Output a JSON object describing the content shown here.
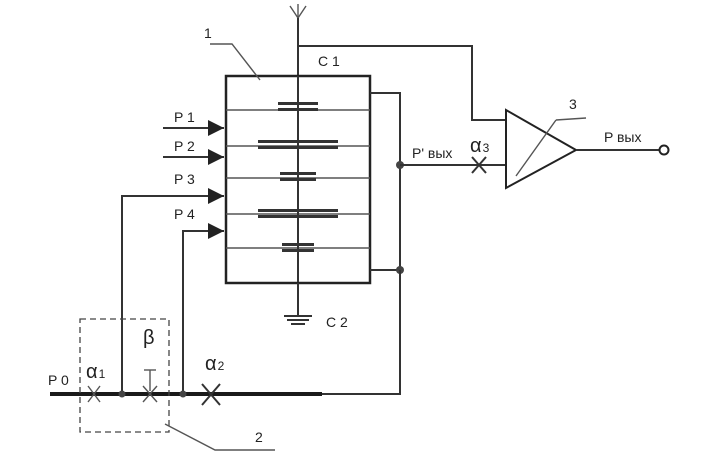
{
  "labels": {
    "block1": "1",
    "block2": "2",
    "block3": "3",
    "c1": "C 1",
    "c2": "C 2",
    "p0": "P 0",
    "p1": "P 1",
    "p2": "P 2",
    "p3": "P 3",
    "p4": "P 4",
    "p_out_prime": "P' вых",
    "p_out": "P вых",
    "alpha": "α",
    "alpha1_sub": "1",
    "alpha2_sub": "2",
    "alpha3_sub": "3",
    "beta": "β"
  },
  "colors": {
    "line": "#333333",
    "thick_line": "#1a1a1a",
    "background": "#ffffff"
  },
  "icons": {
    "antenna": "antenna-icon",
    "ground": "ground-icon",
    "output_terminal": "output-terminal-icon",
    "valve": "cross-valve-icon"
  }
}
